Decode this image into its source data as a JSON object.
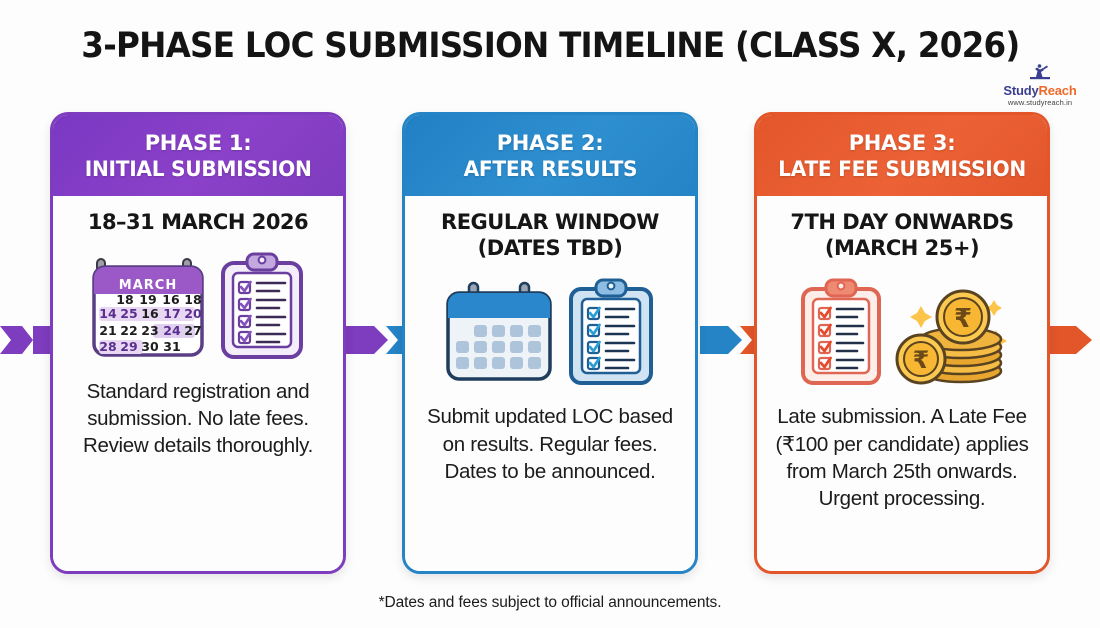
{
  "header": {
    "title": "3-PHASE LOC SUBMISSION TIMELINE (CLASS X, 2026)"
  },
  "logo": {
    "name_part1": "Study",
    "name_part2": "Reach",
    "url": "www.studyreach.in",
    "mark": "runner-icon"
  },
  "colors": {
    "phase1": "#7e3cbe",
    "phase2": "#2484c6",
    "phase3": "#e2562a",
    "text": "#1c1c1c",
    "background": "#fdfdfd"
  },
  "phases": [
    {
      "head_line1": "PHASE 1:",
      "head_line2": "INITIAL SUBMISSION",
      "subtitle_line1": "18–31 MARCH 2026",
      "subtitle_line2": "",
      "body": "Standard registration and submission. No late fees. Review details thoroughly.",
      "icons": [
        "march-calendar-icon",
        "checklist-clipboard-icon"
      ],
      "calendar": {
        "month": "MARCH",
        "rows": [
          [
            "",
            "18",
            "19",
            "16",
            "18"
          ],
          [
            "14",
            "25",
            "16",
            "17",
            "20"
          ],
          [
            "21",
            "22",
            "23",
            "24",
            "27"
          ],
          [
            "28",
            "29",
            "30",
            "31",
            ""
          ]
        ]
      }
    },
    {
      "head_line1": "PHASE 2:",
      "head_line2": "AFTER RESULTS",
      "subtitle_line1": "REGULAR WINDOW",
      "subtitle_line2": "(DATES TBD)",
      "body": "Submit updated LOC based on results. Regular fees. Dates to be announced.",
      "icons": [
        "blank-calendar-icon",
        "checklist-clipboard-icon"
      ]
    },
    {
      "head_line1": "PHASE 3:",
      "head_line2": "LATE FEE SUBMISSION",
      "subtitle_line1": "7TH DAY ONWARDS",
      "subtitle_line2": "(MARCH 25+)",
      "body": "Late submission. A Late Fee (₹100 per candidate) applies from March 25th onwards. Urgent processing.",
      "icons": [
        "checklist-clipboard-icon",
        "rupee-coins-icon"
      ],
      "coin_symbol": "₹"
    }
  ],
  "footer": {
    "note": "*Dates and fees subject to official announcements."
  }
}
